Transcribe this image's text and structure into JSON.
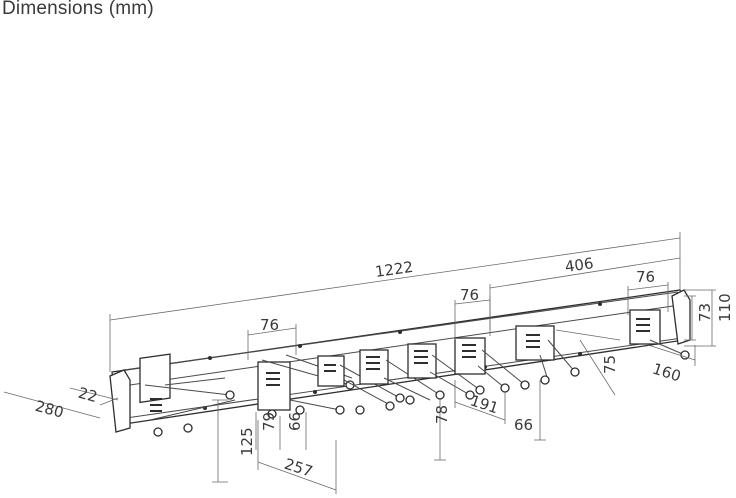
{
  "title": "Dimensions (mm)",
  "dimensions": {
    "overall_length": "1222",
    "right_section": "406",
    "hook_spacing_a": "76",
    "hook_spacing_b": "76",
    "hook_spacing_c": "76",
    "rail_height_inner": "73",
    "rail_height_outer": "110",
    "depth": "280",
    "rail_depth": "22",
    "hook_drop_a": "125",
    "hook_offset_79": "79",
    "hook_offset_66a": "66",
    "hook_span_257": "257",
    "hook_drop_78": "78",
    "hook_span_191": "191",
    "hook_drop_66b": "66",
    "hook_drop_75": "75",
    "hook_len_160": "160"
  }
}
